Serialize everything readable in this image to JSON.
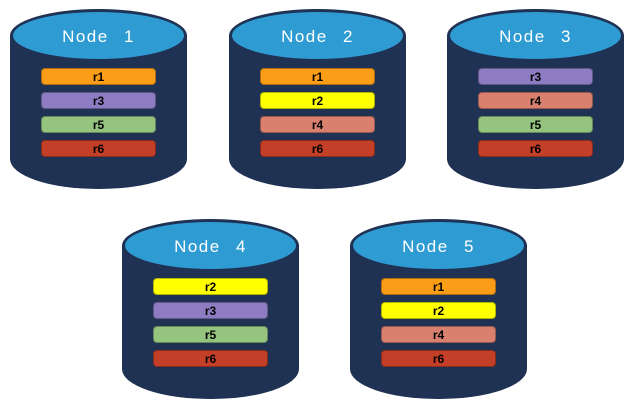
{
  "diagram": {
    "description": "Five database node cylinders showing replica placement",
    "colors": {
      "cylinder_body": "#1F3254",
      "cylinder_top": "#2F9BD3",
      "node_label_text": "#FFFFFF",
      "replica_label_text": "#000000",
      "background": "#FFFFFF"
    },
    "replica_colors": {
      "r1": "#FB9D16",
      "r2": "#FFFF00",
      "r3": "#8E7CC3",
      "r4": "#D9806E",
      "r5": "#94C47E",
      "r6": "#C43F27"
    },
    "nodes": [
      {
        "label": "Node 1",
        "replicas": [
          "r1",
          "r3",
          "r5",
          "r6"
        ]
      },
      {
        "label": "Node 2",
        "replicas": [
          "r1",
          "r2",
          "r4",
          "r6"
        ]
      },
      {
        "label": "Node 3",
        "replicas": [
          "r3",
          "r4",
          "r5",
          "r6"
        ]
      },
      {
        "label": "Node 4",
        "replicas": [
          "r2",
          "r3",
          "r5",
          "r6"
        ]
      },
      {
        "label": "Node 5",
        "replicas": [
          "r1",
          "r2",
          "r4",
          "r6"
        ]
      }
    ]
  }
}
